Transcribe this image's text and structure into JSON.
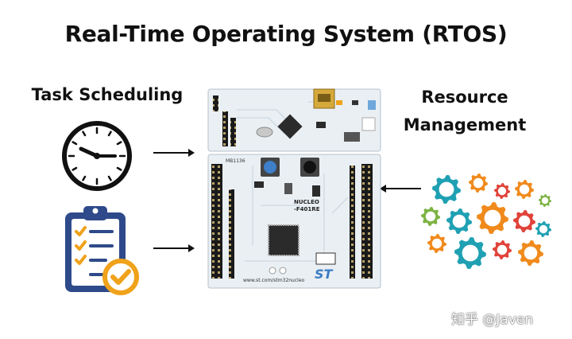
{
  "title": "Real-Time Operating System (RTOS)",
  "left_label": "Task Scheduling",
  "right_label_line1": "Resource",
  "right_label_line2": "Management",
  "board": {
    "model_line1": "NUCLEO",
    "model_line2": "-F401RE",
    "url": "www.st.com/stm32nucleo",
    "brand": "ST",
    "pcb_code": "MB1136"
  },
  "watermark": "知乎 @Javen",
  "icons": [
    "clock-icon",
    "clipboard-checklist-icon",
    "gears-icon"
  ],
  "colors": {
    "text": "#111111",
    "board": "#e9eff3",
    "clipboard": "#2e4a8a",
    "check": "#f0a21a",
    "gear_teal": "#1fa0b3",
    "gear_orange": "#f08a1c",
    "gear_red": "#e0433a",
    "gear_green": "#7cb342"
  }
}
